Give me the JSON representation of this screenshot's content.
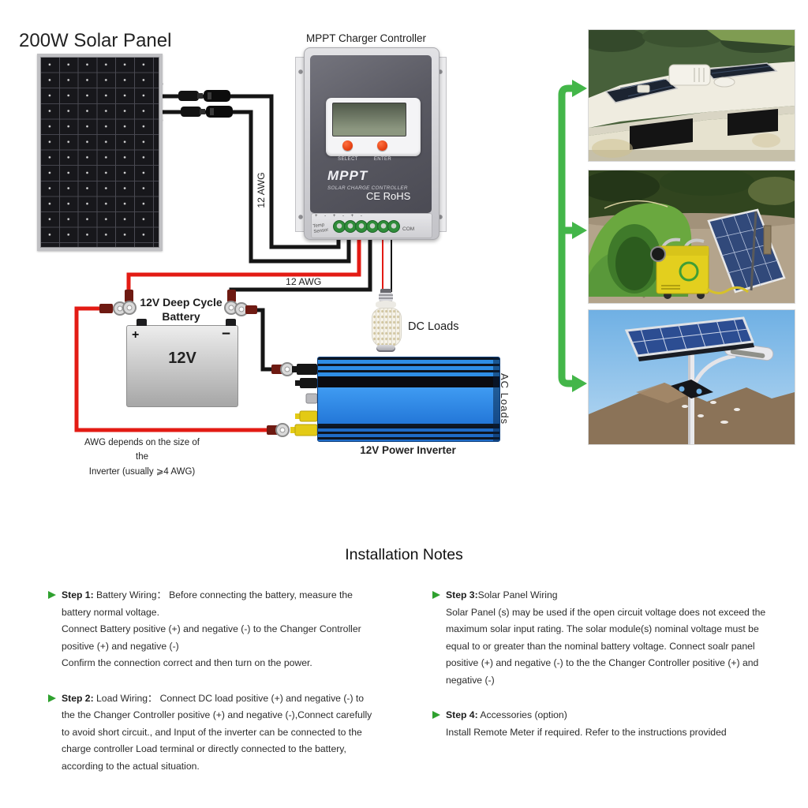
{
  "colors": {
    "arrow_green": "#43b649",
    "bullet_green": "#2fa12f",
    "wire_red": "#e31b14",
    "wire_black": "#151515",
    "inverter_blue": "#1f7fe0",
    "controller_face": "#5b5b63",
    "button_orange": "#ee4a23",
    "terminal_green": "#2f8c3a"
  },
  "diagram": {
    "panel_title": "200W Solar Panel",
    "controller_title": "MPPT Charger Controller",
    "plus_label": "+",
    "minus_label": "−",
    "awg_pv_label": "12 AWG",
    "awg_battery_label": "12 AWG",
    "battery_title": "12V Deep Cycle\nBattery",
    "battery_plus": "+",
    "battery_minus": "−",
    "battery_voltage": "12V",
    "awg_note": "AWG depends on the size of the\nInverter (usually ⩾4 AWG)",
    "dc_loads_label": "DC Loads",
    "ac_loads_label": "AC  Loads",
    "inverter_label": "12V Power Inverter",
    "controller": {
      "select": "SELECT",
      "enter": "ENTER",
      "brand": "MPPT",
      "brand_sub": "SOLAR CHARGE CONTROLLER",
      "cert": "CE RoHS",
      "temp_sensor": "Temp\nSensor",
      "com": "COM",
      "terminal_marks": "+ - + - + -"
    }
  },
  "photos": [
    {
      "name": "solar-panels-on-rv-roof"
    },
    {
      "name": "portable-solar-camping-setup"
    },
    {
      "name": "solar-street-light"
    }
  ],
  "notes": {
    "title": "Installation Notes",
    "steps": [
      {
        "label": "Step 1:",
        "text": " Battery Wiring： Before connecting the battery, measure the\nbattery normal voltage.\nConnect Battery positive (+) and negative (-) to the Changer Controller\npositive (+) and negative (-)\nConfirm the connection correct and then turn on the power."
      },
      {
        "label": "Step 2:",
        "text": " Load Wiring： Connect DC load positive (+) and negative (-) to\nthe the Changer Controller positive (+) and negative (-),Connect carefully\nto avoid short circuit., and Input of the inverter can be connected to the\ncharge controller Load terminal or directly connected to the battery,\naccording to the actual situation."
      },
      {
        "label": "Step 3:",
        "text": "Solar Panel Wiring\nSolar Panel (s) may be used if the open circuit voltage does not exceed the\nmaximum solar input rating. The solar module(s) nominal voltage must be\nequal to or greater than the nominal battery voltage. Connect soalr panel\npositive (+) and negative (-) to the the Changer Controller positive (+) and\nnegative (-)"
      },
      {
        "label": "Step 4:",
        "text": " Accessories (option)\nInstall Remote Meter if required. Refer to the instructions provided"
      }
    ]
  }
}
